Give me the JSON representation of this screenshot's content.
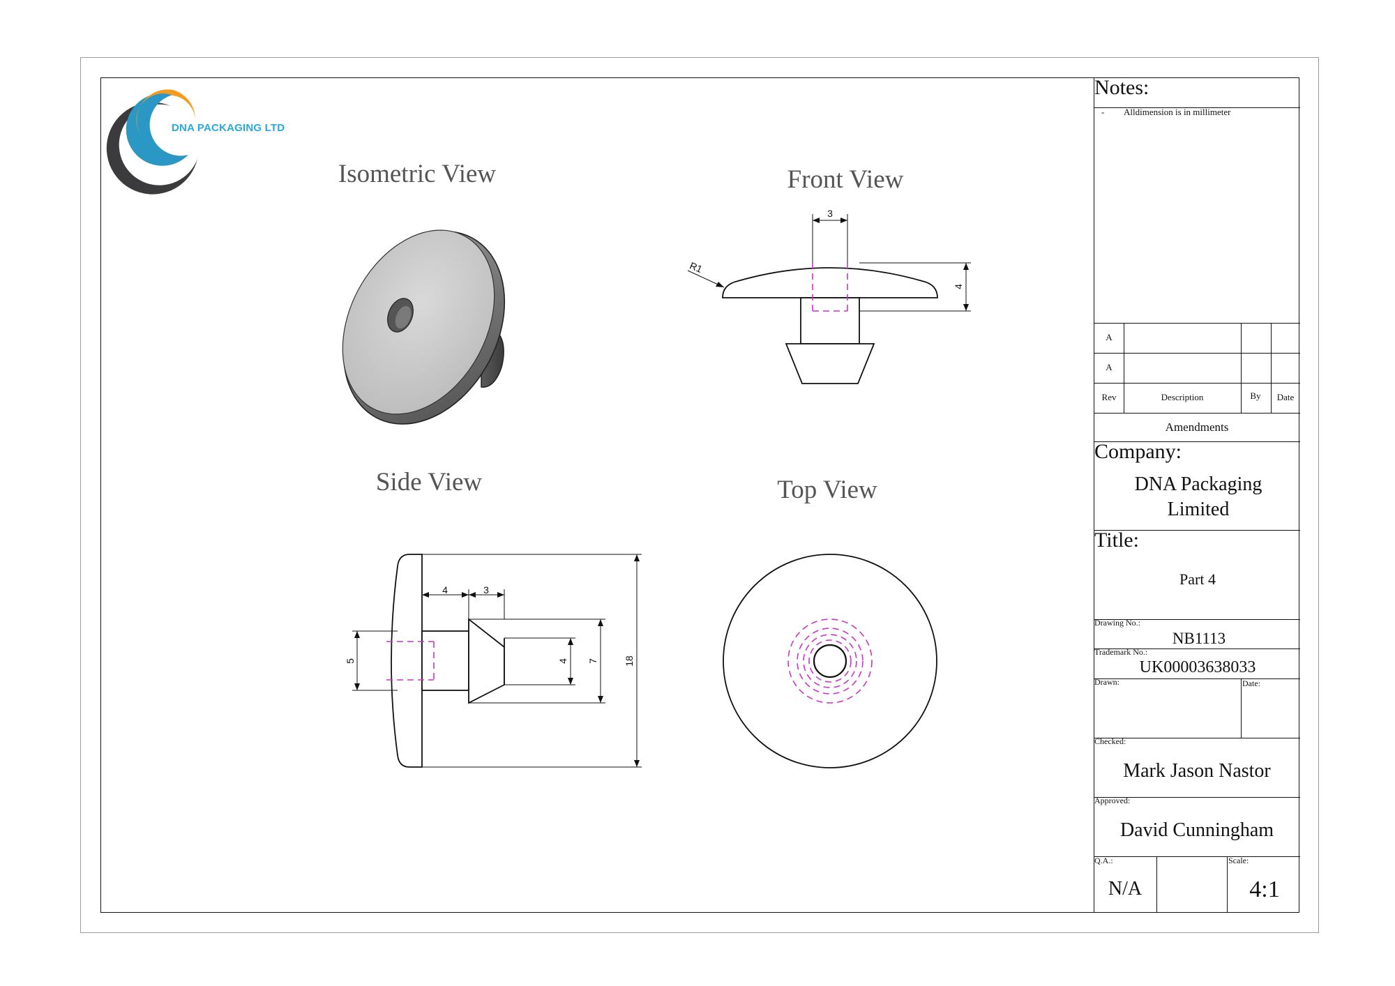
{
  "logo": {
    "company_name": "DNA PACKAGING LTD",
    "colors": {
      "orange": "#f29b1c",
      "blue": "#2a97c4",
      "dark": "#3b3b3d"
    }
  },
  "views": {
    "isometric": "Isometric View",
    "front": "Front View",
    "side": "Side View",
    "top": "Top View"
  },
  "dimensions": {
    "front": {
      "width": "3",
      "radius": "R1",
      "height": "4"
    },
    "side": {
      "head_to_neck": "4",
      "neck_length": "3",
      "hole": "5",
      "tip_small": "4",
      "tip_large": "7",
      "overall": "18"
    }
  },
  "hidden_line_color": "#cc33cc",
  "title_block": {
    "notes_label": "Notes:",
    "notes": [
      {
        "bullet": "-",
        "text": "Alldimension is in millimeter"
      }
    ],
    "revisions": [
      {
        "rev": "A"
      },
      {
        "rev": "A"
      }
    ],
    "rev_header": {
      "rev": "Rev",
      "description": "Description",
      "by": "By",
      "date": "Date"
    },
    "amendments": "Amendments",
    "company_label": "Company:",
    "company_line1": "DNA Packaging",
    "company_line2": "Limited",
    "title_label": "Title:",
    "title": "Part 4",
    "drawing_no_label": "Drawing No.:",
    "drawing_no": "NB1113",
    "trademark_label": "Trademark No.:",
    "trademark_no": "UK00003638033",
    "drawn_label": "Drawn:",
    "date_label": "Date:",
    "checked_label": "Checked:",
    "checked_by": "Mark Jason Nastor",
    "approved_label": "Approved:",
    "approved_by": "David Cunningham",
    "qa_label": "Q.A.:",
    "qa_value": "N/A",
    "scale_label": "Scale:",
    "scale_value": "4:1"
  }
}
